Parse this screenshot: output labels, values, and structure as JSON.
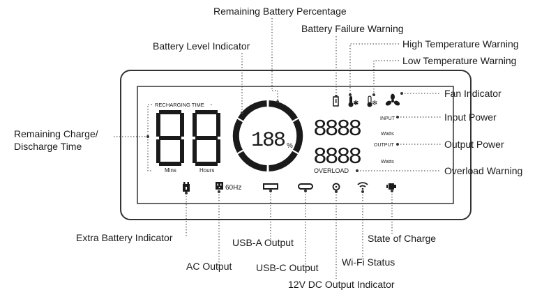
{
  "display": {
    "recharging_time": "RECHARGING TIME",
    "time_digits": "88",
    "mins": "Mins",
    "hours": "Hours",
    "percent_digits": "188",
    "percent_sign": "%",
    "input_label": "INPUT",
    "output_label": "OUTPUT",
    "input_digits": "8888",
    "output_digits": "8888",
    "watts_top": "Watts",
    "watts_bottom": "Watts",
    "overload": "OVERLOAD",
    "frequency": "60Hz"
  },
  "callouts": {
    "remaining_battery_percentage": "Remaining Battery Percentage",
    "battery_failure_warning": "Battery Failure Warning",
    "battery_level_indicator": "Battery Level Indicator",
    "high_temperature_warning": "High Temperature Warning",
    "low_temperature_warning": "Low Temperature Warning",
    "fan_indicator": "Fan Indicator",
    "input_power": "Input Power",
    "output_power": "Output Power",
    "overload_warning": "Overload Warning",
    "remaining_time_line1": "Remaining Charge/",
    "remaining_time_line2": "Discharge Time",
    "extra_battery_indicator": "Extra Battery Indicator",
    "ac_output": "AC Output",
    "usb_a_output": "USB-A Output",
    "usb_c_output": "USB-C Output",
    "wifi_status": "Wi-Fi Status",
    "dc_output": "12V DC Output Indicator",
    "state_of_charge": "State of Charge"
  }
}
